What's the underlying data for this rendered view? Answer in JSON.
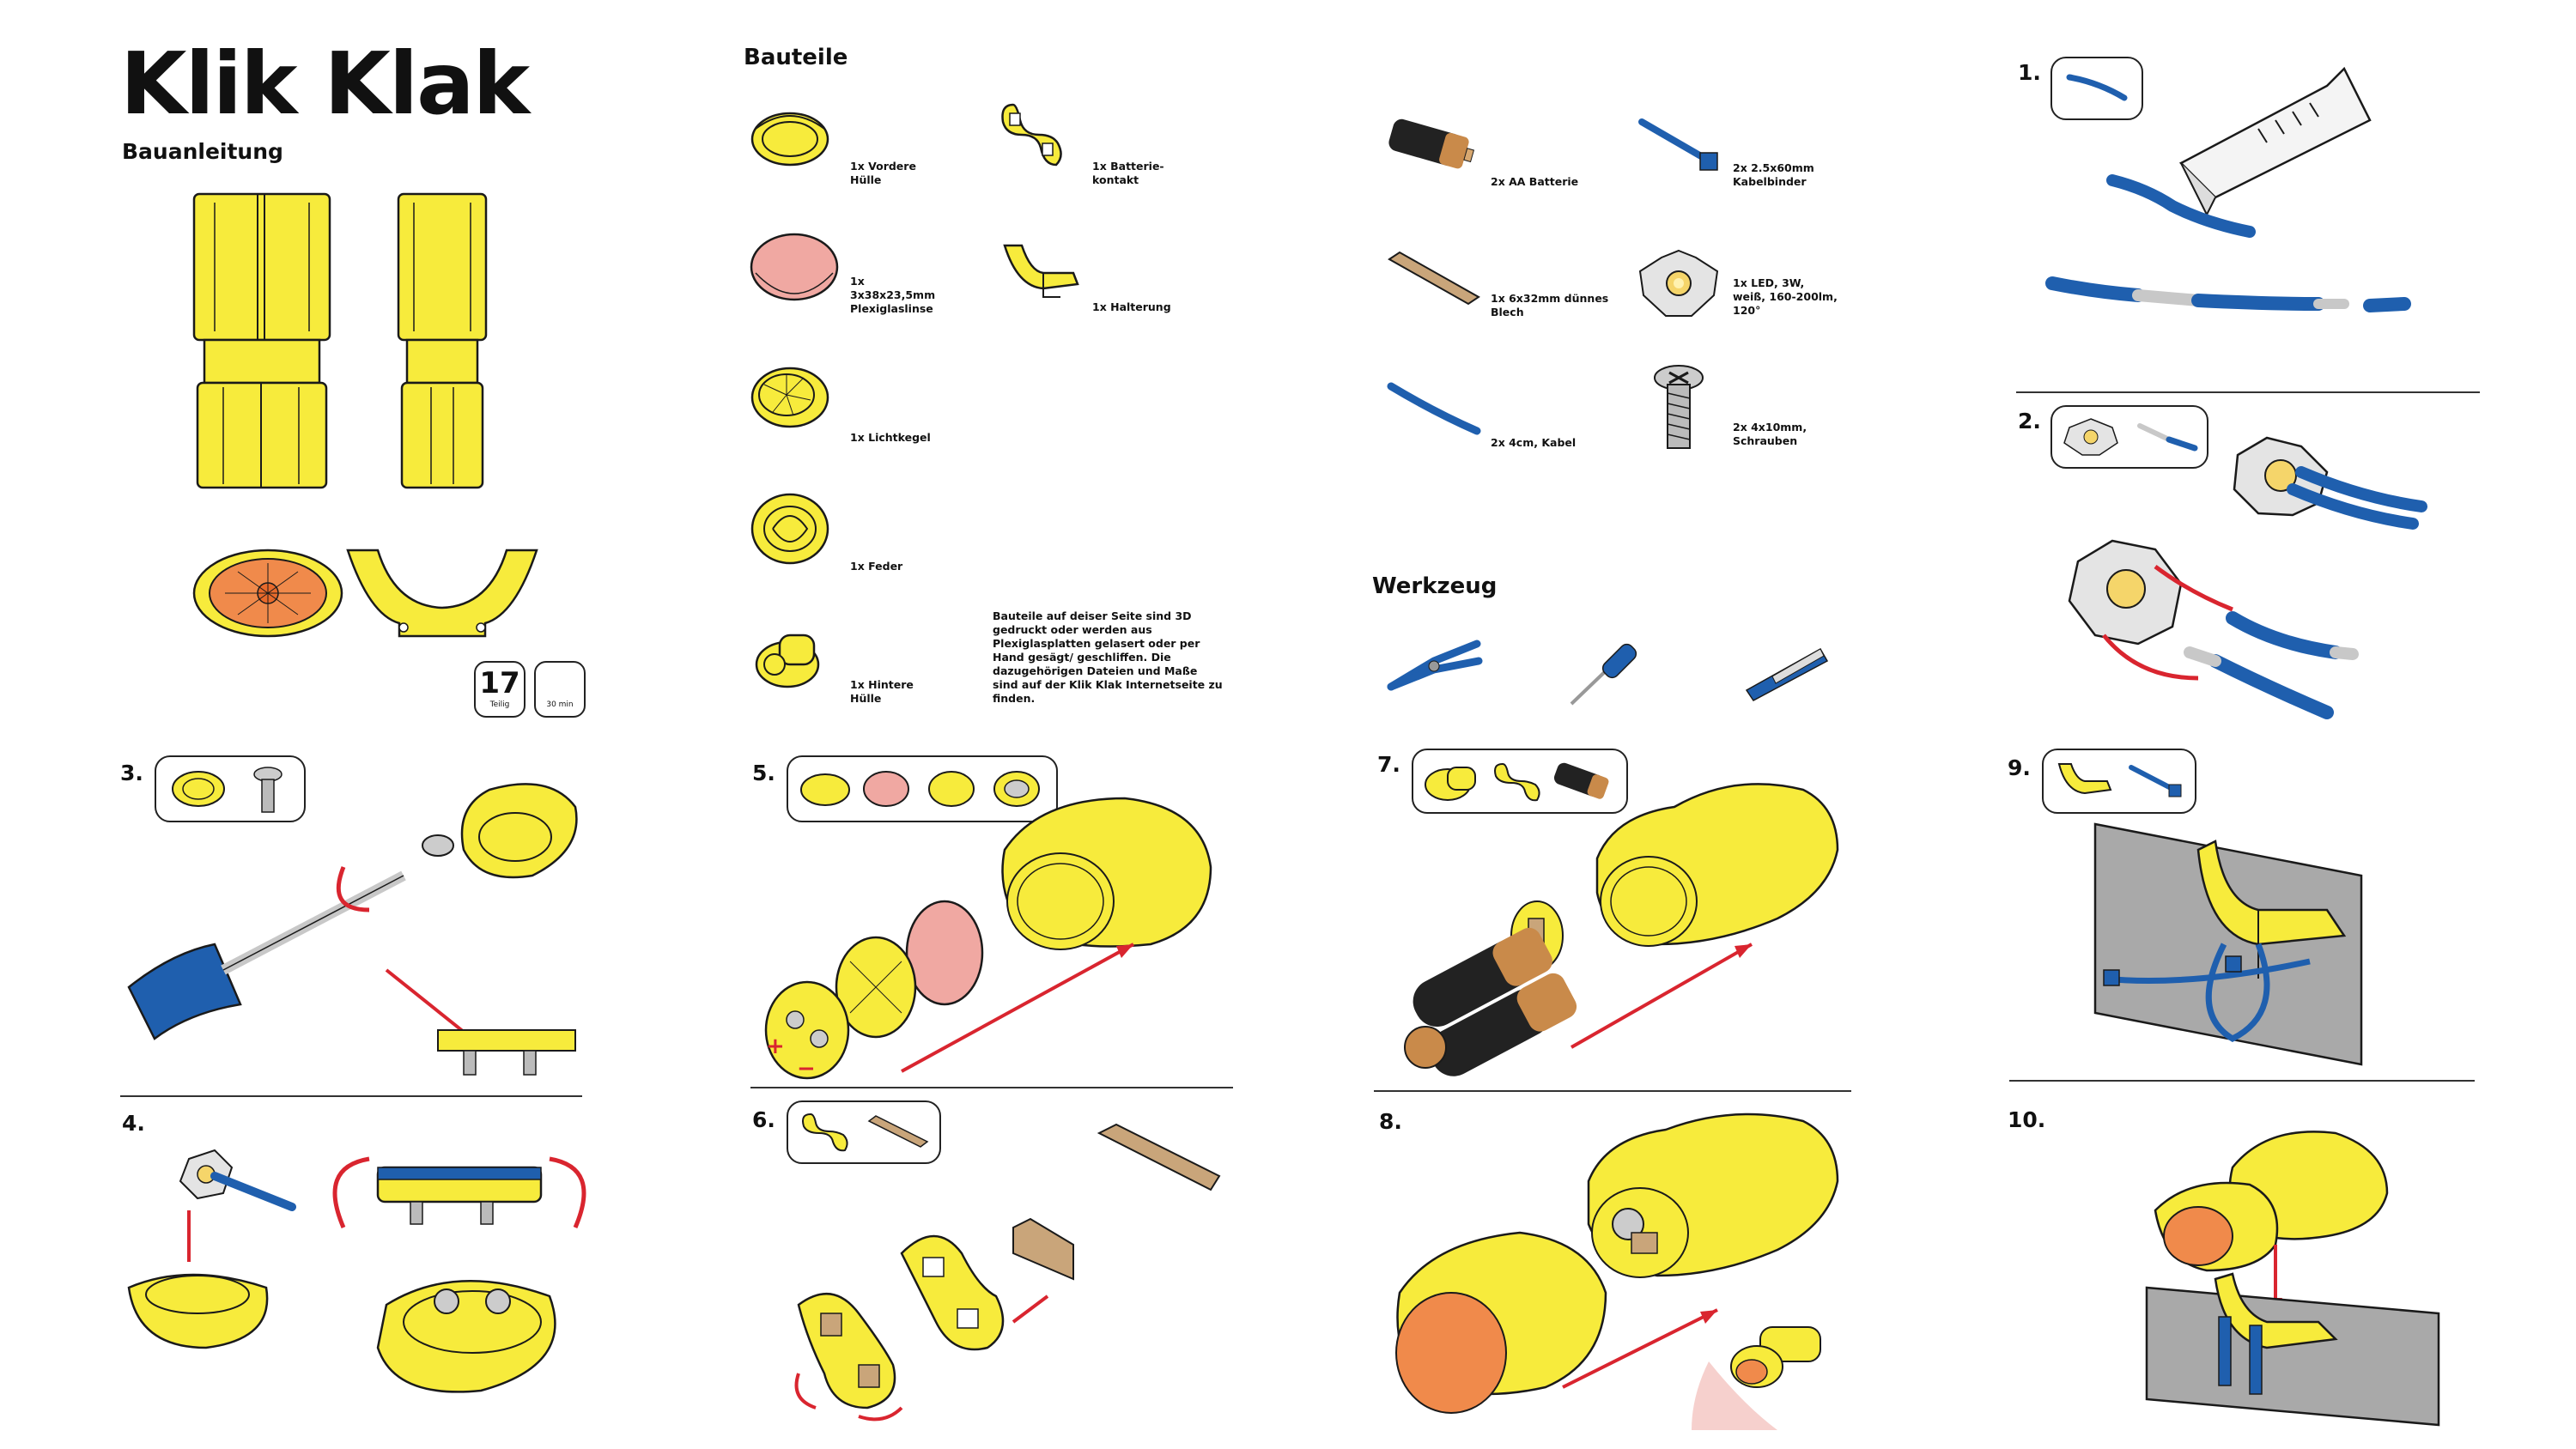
{
  "header": {
    "title": "Klik Klak",
    "subtitle": "Bauanleitung"
  },
  "badges": {
    "parts_count": "17",
    "parts_label": "Teilig",
    "time_label": "30 min"
  },
  "parts": {
    "heading": "Bauteile",
    "items": [
      {
        "label": "1x Vordere\nHülle",
        "icon": "front-shell-icon"
      },
      {
        "label": "1x Batterie-\nkontakt",
        "icon": "battery-contact-icon"
      },
      {
        "label": "1x\n3x38x23,5mm\nPlexiglaslinse",
        "icon": "lens-icon"
      },
      {
        "label": "1x Halterung",
        "icon": "bracket-icon"
      },
      {
        "label": "1x Lichtkegel",
        "icon": "reflector-icon"
      },
      {
        "label": "1x Feder",
        "icon": "spring-icon"
      },
      {
        "label": "1x Hintere\nHülle",
        "icon": "rear-shell-icon"
      }
    ],
    "note": "Bauteile auf deiser Seite sind 3D gedruckt oder werden aus Plexiglasplatten gelasert oder per Hand gesägt/ geschliffen. Die dazugehörigen Dateien und Maße sind auf der Klik Klak Internetseite zu finden."
  },
  "materials": [
    {
      "label": "2x AA Batterie",
      "icon": "battery-icon"
    },
    {
      "label": "2x 2.5x60mm\nKabelbinder",
      "icon": "cable-tie-icon"
    },
    {
      "label": "1x 6x32mm dünnes\nBlech",
      "icon": "metal-strip-icon"
    },
    {
      "label": "1x LED, 3W,\nweiß, 160-200lm,\n120°",
      "icon": "led-icon"
    },
    {
      "label": "2x 4cm, Kabel",
      "icon": "wire-icon"
    },
    {
      "label": "2x 4x10mm,\nSchrauben",
      "icon": "screw-icon"
    }
  ],
  "tools": {
    "heading": "Werkzeug",
    "items": [
      "pliers-icon",
      "screwdriver-icon",
      "cutter-knife-icon"
    ]
  },
  "steps": [
    "1.",
    "2.",
    "3.",
    "4.",
    "5.",
    "6.",
    "7.",
    "8.",
    "9.",
    "10."
  ],
  "polarity": {
    "plus": "+",
    "minus": "−"
  },
  "colors": {
    "yellow": "#F7EB3C",
    "blue": "#1F5FAE",
    "red": "#D9252F",
    "pink": "#F0A8A2",
    "orange": "#F08A4B",
    "grey": "#A9A9A9",
    "strip": "#C9A57A",
    "outline": "#1A1A1A"
  }
}
